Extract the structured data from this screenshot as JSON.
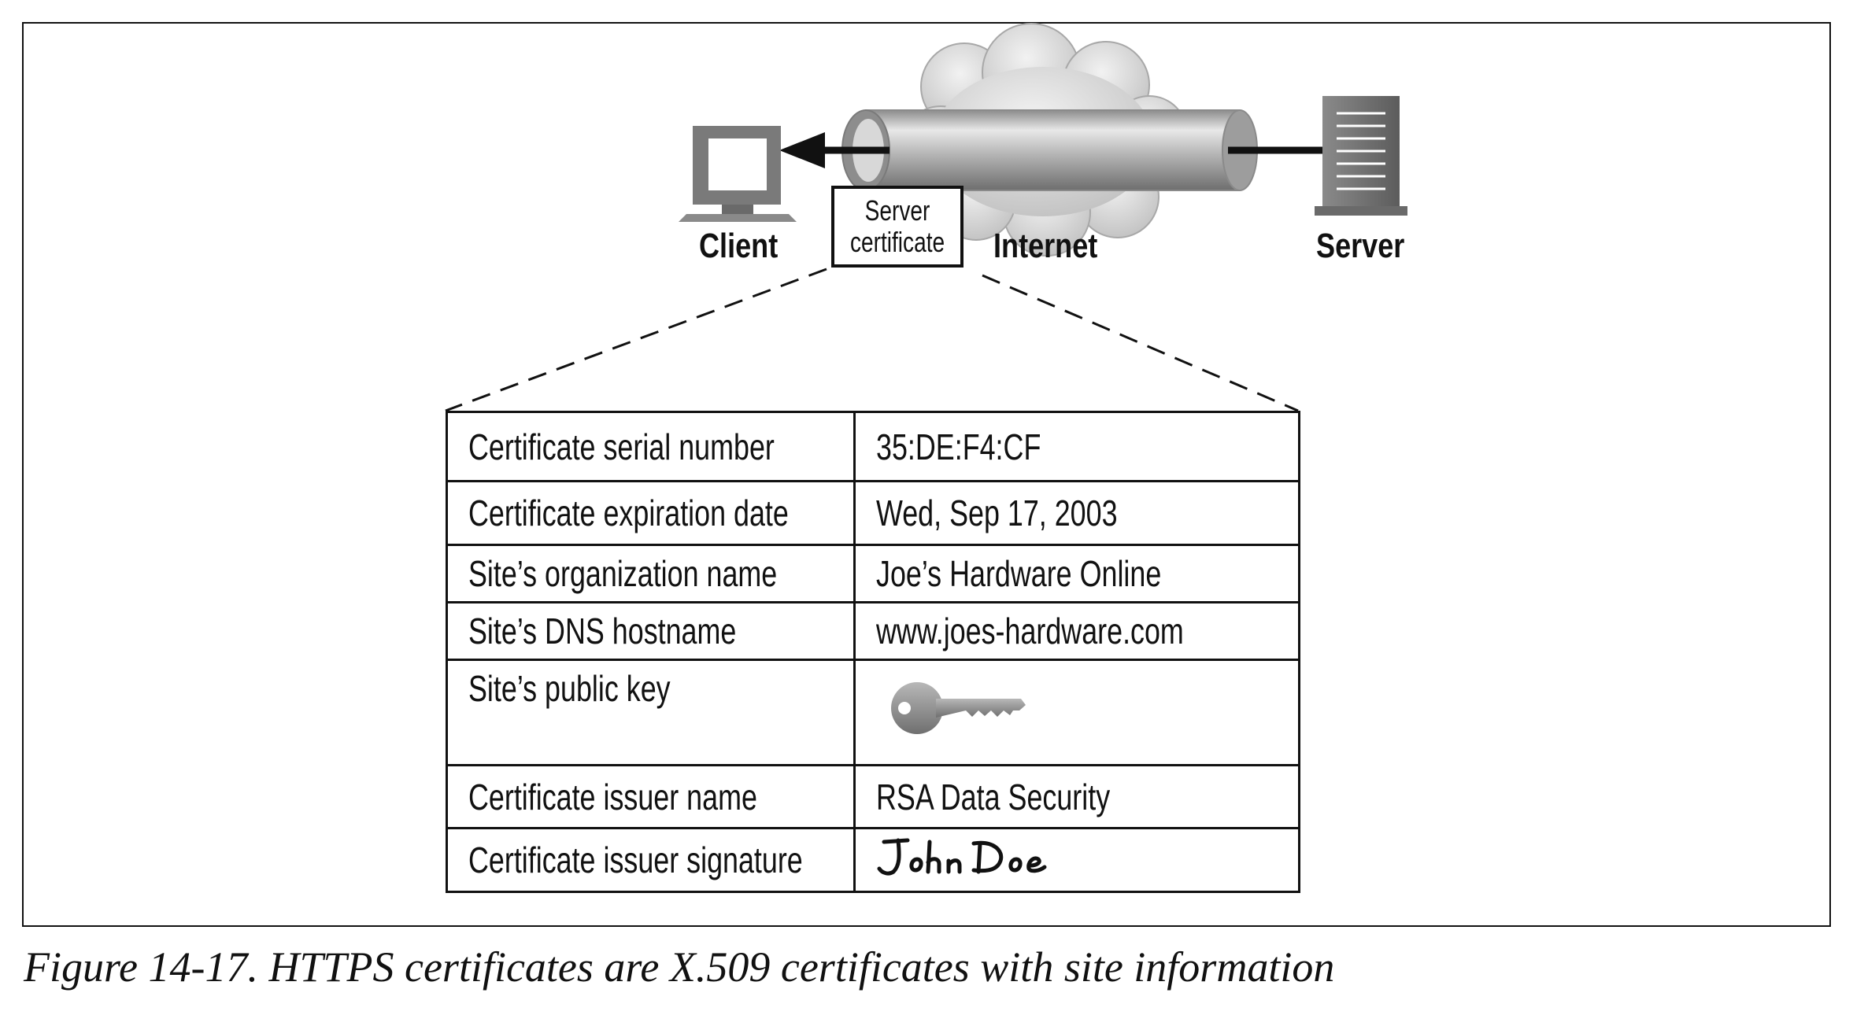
{
  "diagram": {
    "nodes": {
      "client_label": "Client",
      "internet_label": "Internet",
      "server_label": "Server",
      "certificate_label_line1": "Server",
      "certificate_label_line2": "certificate"
    },
    "arrow": {
      "from": "Server",
      "to": "Client",
      "via": "Internet"
    }
  },
  "certificate_table": {
    "rows": [
      {
        "field": "Certificate serial number",
        "value": "35:DE:F4:CF"
      },
      {
        "field": "Certificate expiration date",
        "value": "Wed, Sep 17, 2003"
      },
      {
        "field": "Site’s organization name",
        "value": "Joe’s Hardware Online"
      },
      {
        "field": "Site’s DNS hostname",
        "value": "www.joes-hardware.com"
      },
      {
        "field": "Site’s public key",
        "value_icon": "key-icon"
      },
      {
        "field": "Certificate issuer name",
        "value": "RSA Data Security"
      },
      {
        "field": "Certificate issuer signature",
        "value": "John Doe"
      }
    ]
  },
  "caption": "Figure 14-17. HTTPS certificates are X.509 certificates with site information",
  "colors": {
    "ink": "#111111",
    "pipe": "#9a9a9a",
    "cloud": "#d9d9d9",
    "key": "#8a8a8a"
  }
}
